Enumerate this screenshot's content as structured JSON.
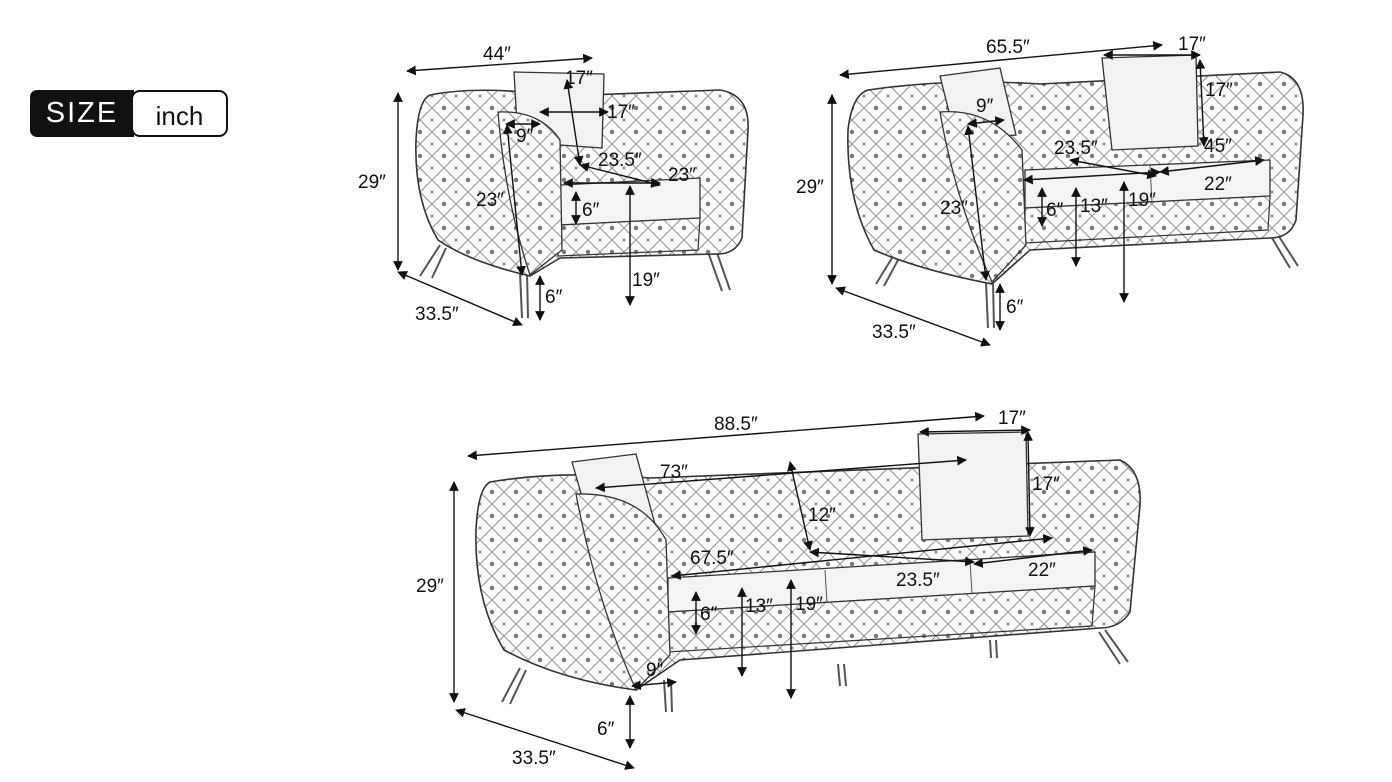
{
  "size_badge": {
    "label": "SIZE",
    "unit": "inch"
  },
  "armchair": {
    "width": "44″",
    "pillow_w": "17″",
    "pillow_h": "17″",
    "arm": "9″",
    "depth_in": "23.5″",
    "seat_d": "23″",
    "side_h": "23″",
    "height": "29″",
    "cushion": "6″",
    "seat_h": "19″",
    "leg": "6″",
    "depth": "33.5″"
  },
  "loveseat": {
    "width": "65.5″",
    "pillow_w": "17″",
    "pillow_h": "17″",
    "arm": "9″",
    "depth_in": "23.5″",
    "seat_w": "45″",
    "side_h": "23″",
    "height": "29″",
    "cushion": "6″",
    "back_h": "13″",
    "seat_h": "19″",
    "cushion_w": "22″",
    "leg": "6″",
    "depth": "33.5″"
  },
  "sofa": {
    "width": "88.5″",
    "pillow_w": "17″",
    "pillow_h": "17″",
    "inner_w": "73″",
    "back": "12″",
    "seat_w": "67.5″",
    "depth_in": "23.5″",
    "cushion_w": "22″",
    "height": "29″",
    "cushion": "6″",
    "back_h": "13″",
    "seat_h": "19″",
    "arm": "9″",
    "leg": "6″",
    "depth": "33.5″"
  }
}
